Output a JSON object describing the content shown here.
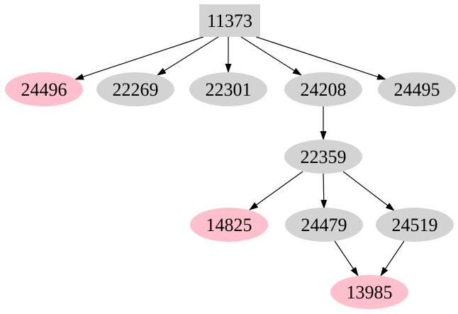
{
  "colors": {
    "background": "#ffffff",
    "gray_node": "#d3d3d3",
    "pink_node": "#ffc0cb",
    "edge": "#000000",
    "text": "#000000"
  },
  "graph": {
    "type": "directed-tree",
    "root": "11373",
    "nodes": [
      {
        "id": "11373",
        "label": "11373",
        "shape": "box",
        "fill": "gray_node"
      },
      {
        "id": "24496",
        "label": "24496",
        "shape": "ellipse",
        "fill": "pink_node"
      },
      {
        "id": "22269",
        "label": "22269",
        "shape": "ellipse",
        "fill": "gray_node"
      },
      {
        "id": "22301",
        "label": "22301",
        "shape": "ellipse",
        "fill": "gray_node"
      },
      {
        "id": "24208",
        "label": "24208",
        "shape": "ellipse",
        "fill": "gray_node"
      },
      {
        "id": "24495",
        "label": "24495",
        "shape": "ellipse",
        "fill": "gray_node"
      },
      {
        "id": "22359",
        "label": "22359",
        "shape": "ellipse",
        "fill": "gray_node"
      },
      {
        "id": "14825",
        "label": "14825",
        "shape": "ellipse",
        "fill": "pink_node"
      },
      {
        "id": "24479",
        "label": "24479",
        "shape": "ellipse",
        "fill": "gray_node"
      },
      {
        "id": "24519",
        "label": "24519",
        "shape": "ellipse",
        "fill": "pink_node"
      },
      {
        "id": "13985",
        "label": "13985",
        "shape": "ellipse",
        "fill": "pink_node"
      }
    ],
    "edges": [
      {
        "from": "11373",
        "to": "24496"
      },
      {
        "from": "11373",
        "to": "22269"
      },
      {
        "from": "11373",
        "to": "22301"
      },
      {
        "from": "11373",
        "to": "24208"
      },
      {
        "from": "11373",
        "to": "24495"
      },
      {
        "from": "24208",
        "to": "22359"
      },
      {
        "from": "22359",
        "to": "14825"
      },
      {
        "from": "22359",
        "to": "24479"
      },
      {
        "from": "22359",
        "to": "24519"
      },
      {
        "from": "24479",
        "to": "13985"
      },
      {
        "from": "24519",
        "to": "13985"
      }
    ]
  }
}
